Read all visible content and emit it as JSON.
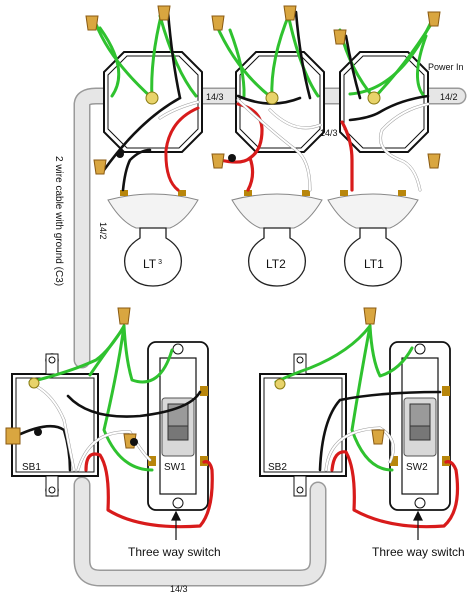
{
  "labels": {
    "power_in": "Power In",
    "cable_top_left": "14/3",
    "cable_top_right": "14/2",
    "cable_between_boxes": "14/3",
    "cable_left_vertical": "2 wire cable with ground (C3)",
    "cable_left_size": "14/2",
    "cable_bottom": "14/3",
    "switch_box_1": "SB1",
    "switch_box_2": "SB2",
    "switch_1": "SW1",
    "switch_2": "SW2",
    "three_way_1": "Three way switch",
    "three_way_2": "Three way switch"
  },
  "lights": [
    {
      "label": "LT",
      "sup": "3"
    },
    {
      "label": "LT2",
      "sup": ""
    },
    {
      "label": "LT1",
      "sup": ""
    }
  ],
  "colors": {
    "ground": "#2fc22f",
    "hot": "#d81b1b",
    "neutral": "#ffffff",
    "black": "#111111",
    "conduit": "#e6e6e6",
    "connector": "#d9a640"
  }
}
